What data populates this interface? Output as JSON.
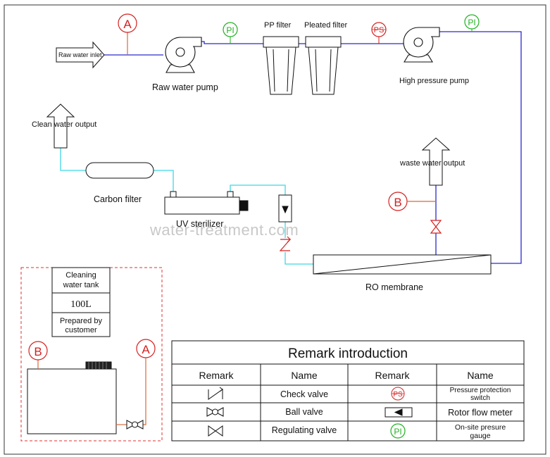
{
  "labels": {
    "raw_water_inlet": "Raw water inlet",
    "raw_water_pump": "Raw water pump",
    "pp_filter": "PP filter",
    "pleated_filter": "Pleated filter",
    "high_pressure_pump": "High pressure pump",
    "clean_water_output": "Clean water output",
    "waste_water_output": "waste water output",
    "carbon_filter": "Carbon filter",
    "uv_sterilizer": "UV sterilizer",
    "ro_membrane": "RO membrane",
    "watermark": "water-treatment.com"
  },
  "instruments": {
    "ammeter": "A",
    "pressure_gauge": "PI",
    "pressure_switch": "PS",
    "point_b": "B"
  },
  "cleaning": {
    "tank_label_line1": "Cleaning",
    "tank_label_line2": "water tank",
    "volume": "100L",
    "prepared_line1": "Prepared by",
    "prepared_line2": "customer"
  },
  "remark_table": {
    "title": "Remark introduction",
    "headers": [
      "Remark",
      "Name",
      "Remark",
      "Name"
    ],
    "rows": [
      {
        "left_name": "Check valve",
        "right_name_line1": "Pressure protection",
        "right_name_line2": "switch"
      },
      {
        "left_name": "Ball valve",
        "right_name_line1": "Rotor flow meter",
        "right_name_line2": ""
      },
      {
        "left_name": "Regulating valve",
        "right_name_line1": "On-site presure",
        "right_name_line2": "gauge"
      }
    ]
  },
  "colors": {
    "blue_pipe": "#2a2ad0",
    "cyan_pipe": "#3fd6e8",
    "orange_line": "#d86a3a",
    "red": "#d42020",
    "green": "#20b020",
    "red_dashed_border": "#e03030"
  }
}
